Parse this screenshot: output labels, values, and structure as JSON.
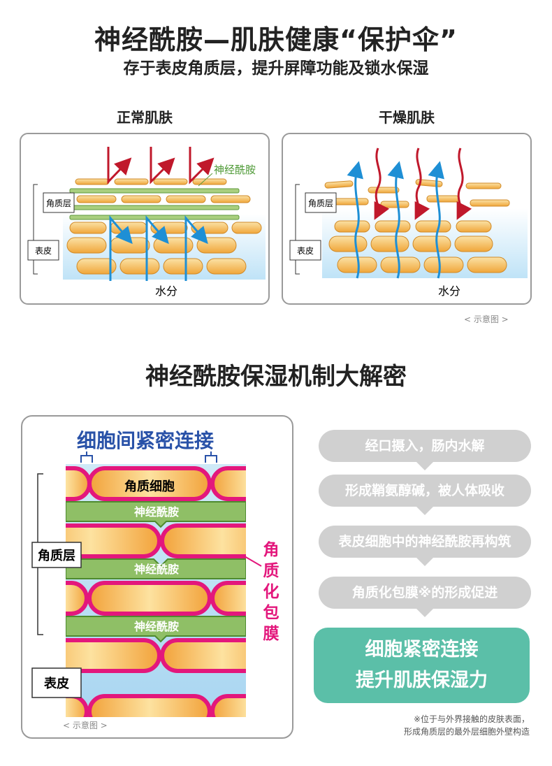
{
  "header": {
    "title": "神经酰胺—肌肤健康“保护伞”",
    "subtitle": "存于表皮角质层，提升屏障功能及锁水保湿"
  },
  "normal_skin": {
    "title": "正常肌肤",
    "label_stratum": "角质层",
    "label_epidermis": "表皮",
    "label_ceramide": "神经酰胺",
    "label_water": "水分"
  },
  "dry_skin": {
    "title": "干燥肌肤",
    "label_stratum": "角质层",
    "label_epidermis": "表皮",
    "label_water": "水分"
  },
  "diagram_note": "< 示意图 >",
  "section2": {
    "title": "神经酰胺保湿机制大解密"
  },
  "mechanism": {
    "top_label": "细胞间紧密连接",
    "cell_label": "角质细胞",
    "ceramide_labels": [
      "神经酰胺",
      "神经酰胺",
      "神经酰胺"
    ],
    "label_stratum": "角质层",
    "label_epidermis": "表皮",
    "envelope_label": "角质化包膜",
    "note": "< 示意图 >"
  },
  "steps": [
    "经口摄入，肠内水解",
    "形成鞘氨醇碱，被人体吸收",
    "表皮细胞中的神经酰胺再构筑",
    "角质化包膜※的形成促进"
  ],
  "final": {
    "line1": "细胞紧密连接",
    "line2": "提升肌肤保湿力"
  },
  "footnote": {
    "line1": "※位于与外界接触的皮肤表面，",
    "line2": "形成角质层的最外层细胞外壁构造"
  },
  "colors": {
    "arrow_red": "#c0182b",
    "arrow_blue": "#1e8fd5",
    "ceramide_green": "#7ab05a",
    "envelope_pink": "#e3177c",
    "step_grey": "#d0d0d0",
    "final_teal": "#5bbfa8",
    "title_blue": "#2952a8"
  }
}
